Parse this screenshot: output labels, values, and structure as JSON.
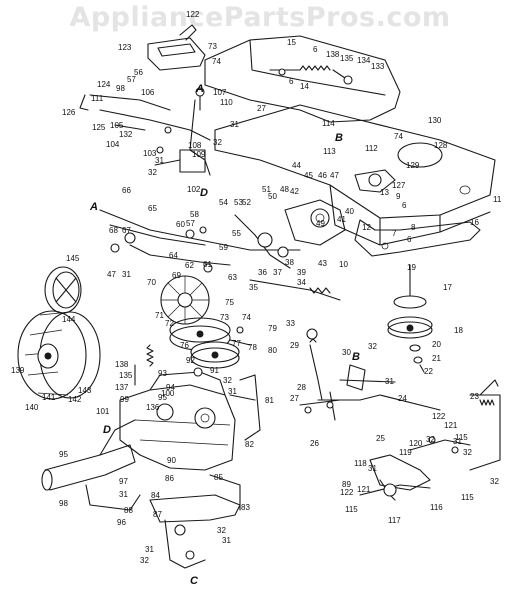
{
  "watermark": "AppliancePartsPros.com",
  "callouts": [
    {
      "id": "c123",
      "text": "123"
    },
    {
      "id": "c122t",
      "text": "122"
    },
    {
      "id": "c15",
      "text": "15"
    },
    {
      "id": "c6a",
      "text": "6"
    },
    {
      "id": "c138a",
      "text": "138"
    },
    {
      "id": "c135",
      "text": "135"
    },
    {
      "id": "c134",
      "text": "134"
    },
    {
      "id": "c133",
      "text": "133"
    },
    {
      "id": "c56",
      "text": "56"
    },
    {
      "id": "c57a",
      "text": "57"
    },
    {
      "id": "c73",
      "text": "73"
    },
    {
      "id": "c74a",
      "text": "74"
    },
    {
      "id": "c124",
      "text": "124"
    },
    {
      "id": "c98a",
      "text": "98"
    },
    {
      "id": "c106",
      "text": "106"
    },
    {
      "id": "c6b",
      "text": "6"
    },
    {
      "id": "c14",
      "text": "14"
    },
    {
      "id": "c111",
      "text": "111"
    },
    {
      "id": "c126",
      "text": "126"
    },
    {
      "id": "c125",
      "text": "125"
    },
    {
      "id": "c107",
      "text": "107"
    },
    {
      "id": "c110",
      "text": "110"
    },
    {
      "id": "c27a",
      "text": "27"
    },
    {
      "id": "c105",
      "text": "105"
    },
    {
      "id": "c132",
      "text": "132"
    },
    {
      "id": "c104",
      "text": "104"
    },
    {
      "id": "c31a",
      "text": "31"
    },
    {
      "id": "c32a",
      "text": "32"
    },
    {
      "id": "c103",
      "text": "103"
    },
    {
      "id": "c108",
      "text": "108"
    },
    {
      "id": "c109",
      "text": "109"
    },
    {
      "id": "c31b",
      "text": "31"
    },
    {
      "id": "c32b",
      "text": "32"
    },
    {
      "id": "c102",
      "text": "102"
    },
    {
      "id": "c114",
      "text": "114"
    },
    {
      "id": "c74b",
      "text": "74"
    },
    {
      "id": "c130",
      "text": "130"
    },
    {
      "id": "c113",
      "text": "113"
    },
    {
      "id": "c112",
      "text": "112"
    },
    {
      "id": "c128",
      "text": "128"
    },
    {
      "id": "c129",
      "text": "129"
    },
    {
      "id": "c44",
      "text": "44"
    },
    {
      "id": "c45",
      "text": "45"
    },
    {
      "id": "c46",
      "text": "46"
    },
    {
      "id": "c47",
      "text": "47"
    },
    {
      "id": "c127",
      "text": "127"
    },
    {
      "id": "c42",
      "text": "42"
    },
    {
      "id": "c13",
      "text": "13"
    },
    {
      "id": "c9",
      "text": "9"
    },
    {
      "id": "c6c",
      "text": "6"
    },
    {
      "id": "c11",
      "text": "11"
    },
    {
      "id": "c66",
      "text": "66"
    },
    {
      "id": "c65",
      "text": "65"
    },
    {
      "id": "c68",
      "text": "68"
    },
    {
      "id": "c67",
      "text": "67"
    },
    {
      "id": "c60",
      "text": "60"
    },
    {
      "id": "c58",
      "text": "58"
    },
    {
      "id": "c57b",
      "text": "57"
    },
    {
      "id": "c54",
      "text": "54"
    },
    {
      "id": "c53",
      "text": "53"
    },
    {
      "id": "c52",
      "text": "52"
    },
    {
      "id": "c51",
      "text": "51"
    },
    {
      "id": "c50",
      "text": "50"
    },
    {
      "id": "c48",
      "text": "48"
    },
    {
      "id": "c49",
      "text": "49"
    },
    {
      "id": "c41",
      "text": "41"
    },
    {
      "id": "c40",
      "text": "40"
    },
    {
      "id": "c12",
      "text": "12"
    },
    {
      "id": "c16",
      "text": "16"
    },
    {
      "id": "c8",
      "text": "8"
    },
    {
      "id": "c7",
      "text": "7"
    },
    {
      "id": "c6d",
      "text": "6"
    },
    {
      "id": "c47b",
      "text": "47"
    },
    {
      "id": "c31c",
      "text": "31"
    },
    {
      "id": "c64",
      "text": "64"
    },
    {
      "id": "c62",
      "text": "62"
    },
    {
      "id": "c61",
      "text": "61"
    },
    {
      "id": "c55",
      "text": "55"
    },
    {
      "id": "c59",
      "text": "59"
    },
    {
      "id": "c36",
      "text": "36"
    },
    {
      "id": "c37",
      "text": "37"
    },
    {
      "id": "c38",
      "text": "38"
    },
    {
      "id": "c39",
      "text": "39"
    },
    {
      "id": "c43",
      "text": "43"
    },
    {
      "id": "c10",
      "text": "10"
    },
    {
      "id": "c145",
      "text": "145"
    },
    {
      "id": "c69",
      "text": "69"
    },
    {
      "id": "c63",
      "text": "63"
    },
    {
      "id": "c70",
      "text": "70"
    },
    {
      "id": "c35",
      "text": "35"
    },
    {
      "id": "c34",
      "text": "34"
    },
    {
      "id": "c19",
      "text": "19"
    },
    {
      "id": "c17",
      "text": "17"
    },
    {
      "id": "c71",
      "text": "71"
    },
    {
      "id": "c75",
      "text": "75"
    },
    {
      "id": "c72",
      "text": "72"
    },
    {
      "id": "c73b",
      "text": "73"
    },
    {
      "id": "c74c",
      "text": "74"
    },
    {
      "id": "c76",
      "text": "76"
    },
    {
      "id": "c77",
      "text": "77"
    },
    {
      "id": "c79",
      "text": "79"
    },
    {
      "id": "c78",
      "text": "78"
    },
    {
      "id": "c33",
      "text": "33"
    },
    {
      "id": "c18",
      "text": "18"
    },
    {
      "id": "c144",
      "text": "144"
    },
    {
      "id": "c29",
      "text": "29"
    },
    {
      "id": "c80",
      "text": "80"
    },
    {
      "id": "c20",
      "text": "20"
    },
    {
      "id": "c21",
      "text": "21"
    },
    {
      "id": "c22",
      "text": "22"
    },
    {
      "id": "c139",
      "text": "139"
    },
    {
      "id": "c140",
      "text": "140"
    },
    {
      "id": "c141",
      "text": "141"
    },
    {
      "id": "c142",
      "text": "142"
    },
    {
      "id": "c143",
      "text": "143"
    },
    {
      "id": "c138b",
      "text": "138"
    },
    {
      "id": "c92",
      "text": "92"
    },
    {
      "id": "c91",
      "text": "91"
    },
    {
      "id": "c32c",
      "text": "32"
    },
    {
      "id": "c31d",
      "text": "31"
    },
    {
      "id": "c30",
      "text": "30"
    },
    {
      "id": "c32d",
      "text": "32"
    },
    {
      "id": "c31e",
      "text": "31"
    },
    {
      "id": "c135b",
      "text": "135"
    },
    {
      "id": "c93",
      "text": "93"
    },
    {
      "id": "c137",
      "text": "137"
    },
    {
      "id": "c94",
      "text": "94"
    },
    {
      "id": "c95b",
      "text": "95"
    },
    {
      "id": "c100",
      "text": "100"
    },
    {
      "id": "c99",
      "text": "99"
    },
    {
      "id": "c136",
      "text": "136"
    },
    {
      "id": "c28",
      "text": "28"
    },
    {
      "id": "c27b",
      "text": "27"
    },
    {
      "id": "c24",
      "text": "24"
    },
    {
      "id": "c23",
      "text": "23"
    },
    {
      "id": "c101",
      "text": "101"
    },
    {
      "id": "c81",
      "text": "81"
    },
    {
      "id": "c26",
      "text": "26"
    },
    {
      "id": "c122b",
      "text": "122"
    },
    {
      "id": "c121",
      "text": "121"
    },
    {
      "id": "c115a",
      "text": "115"
    },
    {
      "id": "c32e",
      "text": "32"
    },
    {
      "id": "c31f",
      "text": "31"
    },
    {
      "id": "c82",
      "text": "82"
    },
    {
      "id": "c25",
      "text": "25"
    },
    {
      "id": "c120",
      "text": "120"
    },
    {
      "id": "c119",
      "text": "119"
    },
    {
      "id": "c32f",
      "text": "32"
    },
    {
      "id": "c95",
      "text": "95"
    },
    {
      "id": "c90",
      "text": "90"
    },
    {
      "id": "c86",
      "text": "86"
    },
    {
      "id": "c85",
      "text": "85"
    },
    {
      "id": "c118",
      "text": "118"
    },
    {
      "id": "c31g",
      "text": "31"
    },
    {
      "id": "c32g",
      "text": "32"
    },
    {
      "id": "c97",
      "text": "97"
    },
    {
      "id": "c31h",
      "text": "31"
    },
    {
      "id": "c84",
      "text": "84"
    },
    {
      "id": "c89",
      "text": "89"
    },
    {
      "id": "c122c",
      "text": "122"
    },
    {
      "id": "c121b",
      "text": "121"
    },
    {
      "id": "c115b",
      "text": "115"
    },
    {
      "id": "c98b",
      "text": "98"
    },
    {
      "id": "c88",
      "text": "88"
    },
    {
      "id": "c87",
      "text": "87"
    },
    {
      "id": "c83",
      "text": "83"
    },
    {
      "id": "c115c",
      "text": "115"
    },
    {
      "id": "c117",
      "text": "117"
    },
    {
      "id": "c116",
      "text": "116"
    },
    {
      "id": "c96",
      "text": "96"
    },
    {
      "id": "c32h",
      "text": "32"
    },
    {
      "id": "c31i",
      "text": "31"
    },
    {
      "id": "c31j",
      "text": "31"
    },
    {
      "id": "c32i",
      "text": "32"
    }
  ],
  "reference_letters": {
    "A1": "A",
    "A2": "A",
    "B1": "B",
    "B2": "B",
    "C": "C",
    "D1": "D",
    "D2": "D"
  }
}
